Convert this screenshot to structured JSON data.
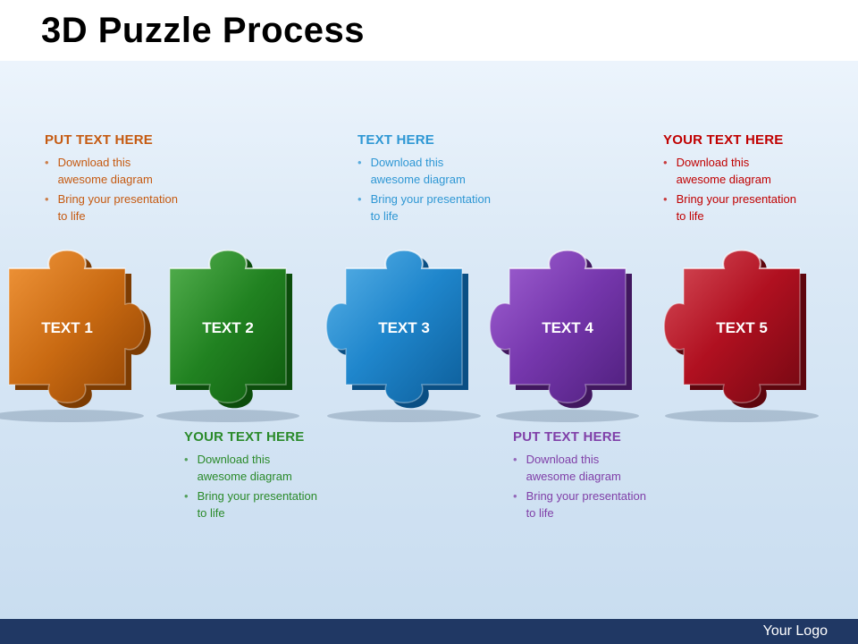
{
  "slide": {
    "title": "3D Puzzle Process",
    "footer": {
      "logo_text": "Your Logo",
      "bar_color": "#203864"
    },
    "background_top": "#ecf4fc",
    "background_bottom": "#c9ddf0"
  },
  "callouts": {
    "top": [
      {
        "heading": "PUT TEXT HERE",
        "color": "#c55a11",
        "bullets": [
          "Download this awesome diagram",
          "Bring your presentation to life"
        ]
      },
      {
        "heading": "TEXT HERE",
        "color": "#2e97d4",
        "bullets": [
          "Download this awesome diagram",
          "Bring your presentation to life"
        ]
      },
      {
        "heading": "YOUR TEXT HERE",
        "color": "#c00000",
        "bullets": [
          "Download this awesome diagram",
          "Bring your presentation to life"
        ]
      }
    ],
    "bottom": [
      {
        "heading": "YOUR TEXT HERE",
        "color": "#2a8a2a",
        "bullets": [
          "Download this awesome diagram",
          "Bring your presentation to life"
        ]
      },
      {
        "heading": "PUT TEXT HERE",
        "color": "#8040a8",
        "bullets": [
          "Download this awesome diagram",
          "Bring your presentation to life"
        ]
      }
    ]
  },
  "pieces": [
    {
      "label": "TEXT 1",
      "color": "#c96a12"
    },
    {
      "label": "TEXT 2",
      "color": "#218221"
    },
    {
      "label": "TEXT 3",
      "color": "#1f86cc"
    },
    {
      "label": "TEXT 4",
      "color": "#7637ad"
    },
    {
      "label": "TEXT 5",
      "color": "#b01020"
    }
  ]
}
